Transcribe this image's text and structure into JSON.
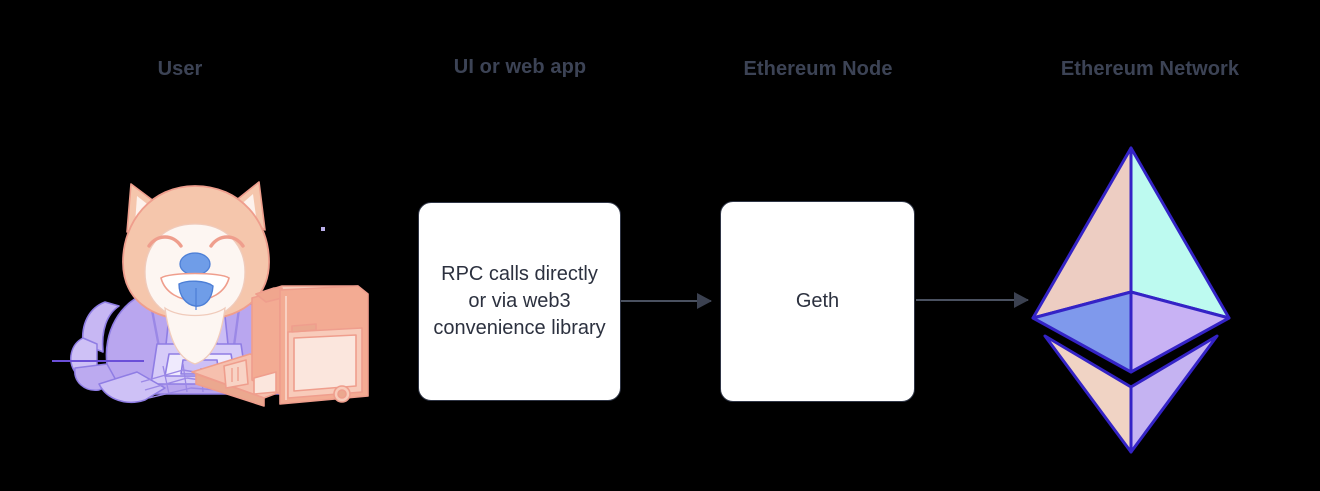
{
  "diagram": {
    "title_row": [
      {
        "id": "user",
        "label": "User"
      },
      {
        "id": "ui",
        "label": "UI or web app"
      },
      {
        "id": "node",
        "label": "Ethereum Node"
      },
      {
        "id": "network",
        "label": "Ethereum Network"
      }
    ],
    "boxes": [
      {
        "id": "rpc",
        "label": "RPC calls directly or via web3 convenience library"
      },
      {
        "id": "geth",
        "label": "Geth"
      }
    ],
    "arrows": [
      {
        "id": "arrow-ui-to-node",
        "from": "rpc",
        "to": "geth",
        "direction": "right"
      },
      {
        "id": "arrow-node-to-network",
        "from": "geth",
        "to": "network",
        "direction": "right"
      }
    ],
    "illustrations": [
      {
        "id": "user-avatar",
        "name": "shiba-inu-astronaut-at-computer"
      },
      {
        "id": "ethereum-logo",
        "name": "ethereum-diamond-logo"
      }
    ]
  },
  "colors": {
    "background": "#000000",
    "heading_text": "#3c4355",
    "box_fill": "#ffffff",
    "box_stroke": "#2f3545",
    "box_text": "#2c313f",
    "arrow": "#4a5160",
    "eth_outline": "#3423c6",
    "eth_top_left": "#edcdc2",
    "eth_top_right": "#bdfaf0",
    "eth_mid_left": "#7f99ec",
    "eth_mid_right": "#c8b2f4",
    "eth_bottom_left": "#f0d3c4",
    "eth_bottom_right": "#c5b3f2",
    "dog_fur": "#f5c6ac",
    "dog_suit": "#b9a6ef",
    "dog_tongue": "#6f9de8",
    "computer_body": "#f3ab93",
    "computer_screen": "#fbe6dd",
    "desk_line": "#6b4fd8"
  }
}
